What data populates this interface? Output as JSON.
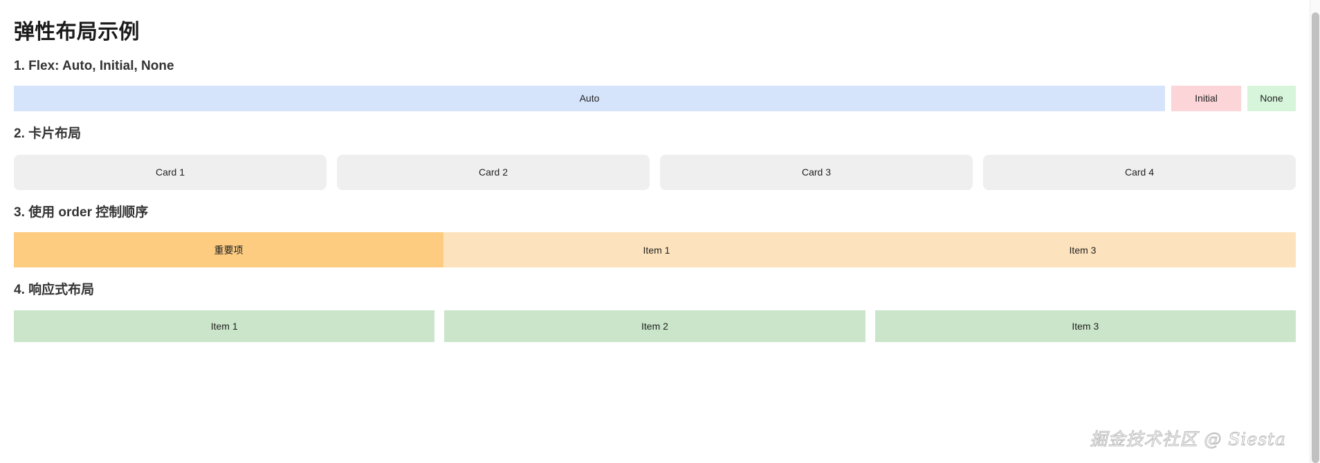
{
  "page": {
    "title": "弹性布局示例"
  },
  "sections": {
    "flex_basics": {
      "heading": "1. Flex: Auto, Initial, None",
      "items": [
        {
          "label": "Auto",
          "mode": "auto",
          "color": "#d6e4fb"
        },
        {
          "label": "Initial",
          "mode": "initial",
          "color": "#fbd5d8"
        },
        {
          "label": "None",
          "mode": "none",
          "color": "#d6f5da"
        }
      ]
    },
    "cards": {
      "heading": "2. 卡片布局",
      "items": [
        {
          "label": "Card 1",
          "color": "#efefef"
        },
        {
          "label": "Card 2",
          "color": "#efefef"
        },
        {
          "label": "Card 3",
          "color": "#efefef"
        },
        {
          "label": "Card 4",
          "color": "#efefef"
        }
      ]
    },
    "order": {
      "heading": "3. 使用 order 控制顺序",
      "items": [
        {
          "label": "Item 1",
          "order": "0",
          "color": "#fde3bd"
        },
        {
          "label": "重要项",
          "order": "-1",
          "color": "#fdcc80"
        },
        {
          "label": "Item 3",
          "order": "0",
          "color": "#fde3bd"
        }
      ]
    },
    "responsive": {
      "heading": "4. 响应式布局",
      "items": [
        {
          "label": "Item 1",
          "color": "#cbe5cb"
        },
        {
          "label": "Item 2",
          "color": "#cbe5cb"
        },
        {
          "label": "Item 3",
          "color": "#cbe5cb"
        }
      ]
    }
  },
  "watermark": {
    "text": "掘金技术社区 @ Siesta"
  }
}
